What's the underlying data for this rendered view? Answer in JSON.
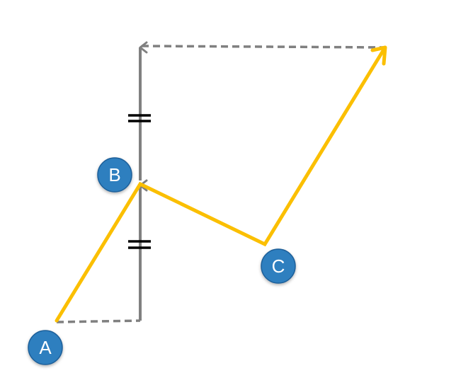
{
  "colors": {
    "path": "#FBBF00",
    "vector": "#808080",
    "tick": "#000000",
    "node_fill": "#2F7FBF",
    "node_stroke": "#1E5F99",
    "node_text": "#FFFFFF"
  },
  "nodes": {
    "a": {
      "label": "A"
    },
    "b": {
      "label": "B"
    },
    "c": {
      "label": "C"
    }
  }
}
